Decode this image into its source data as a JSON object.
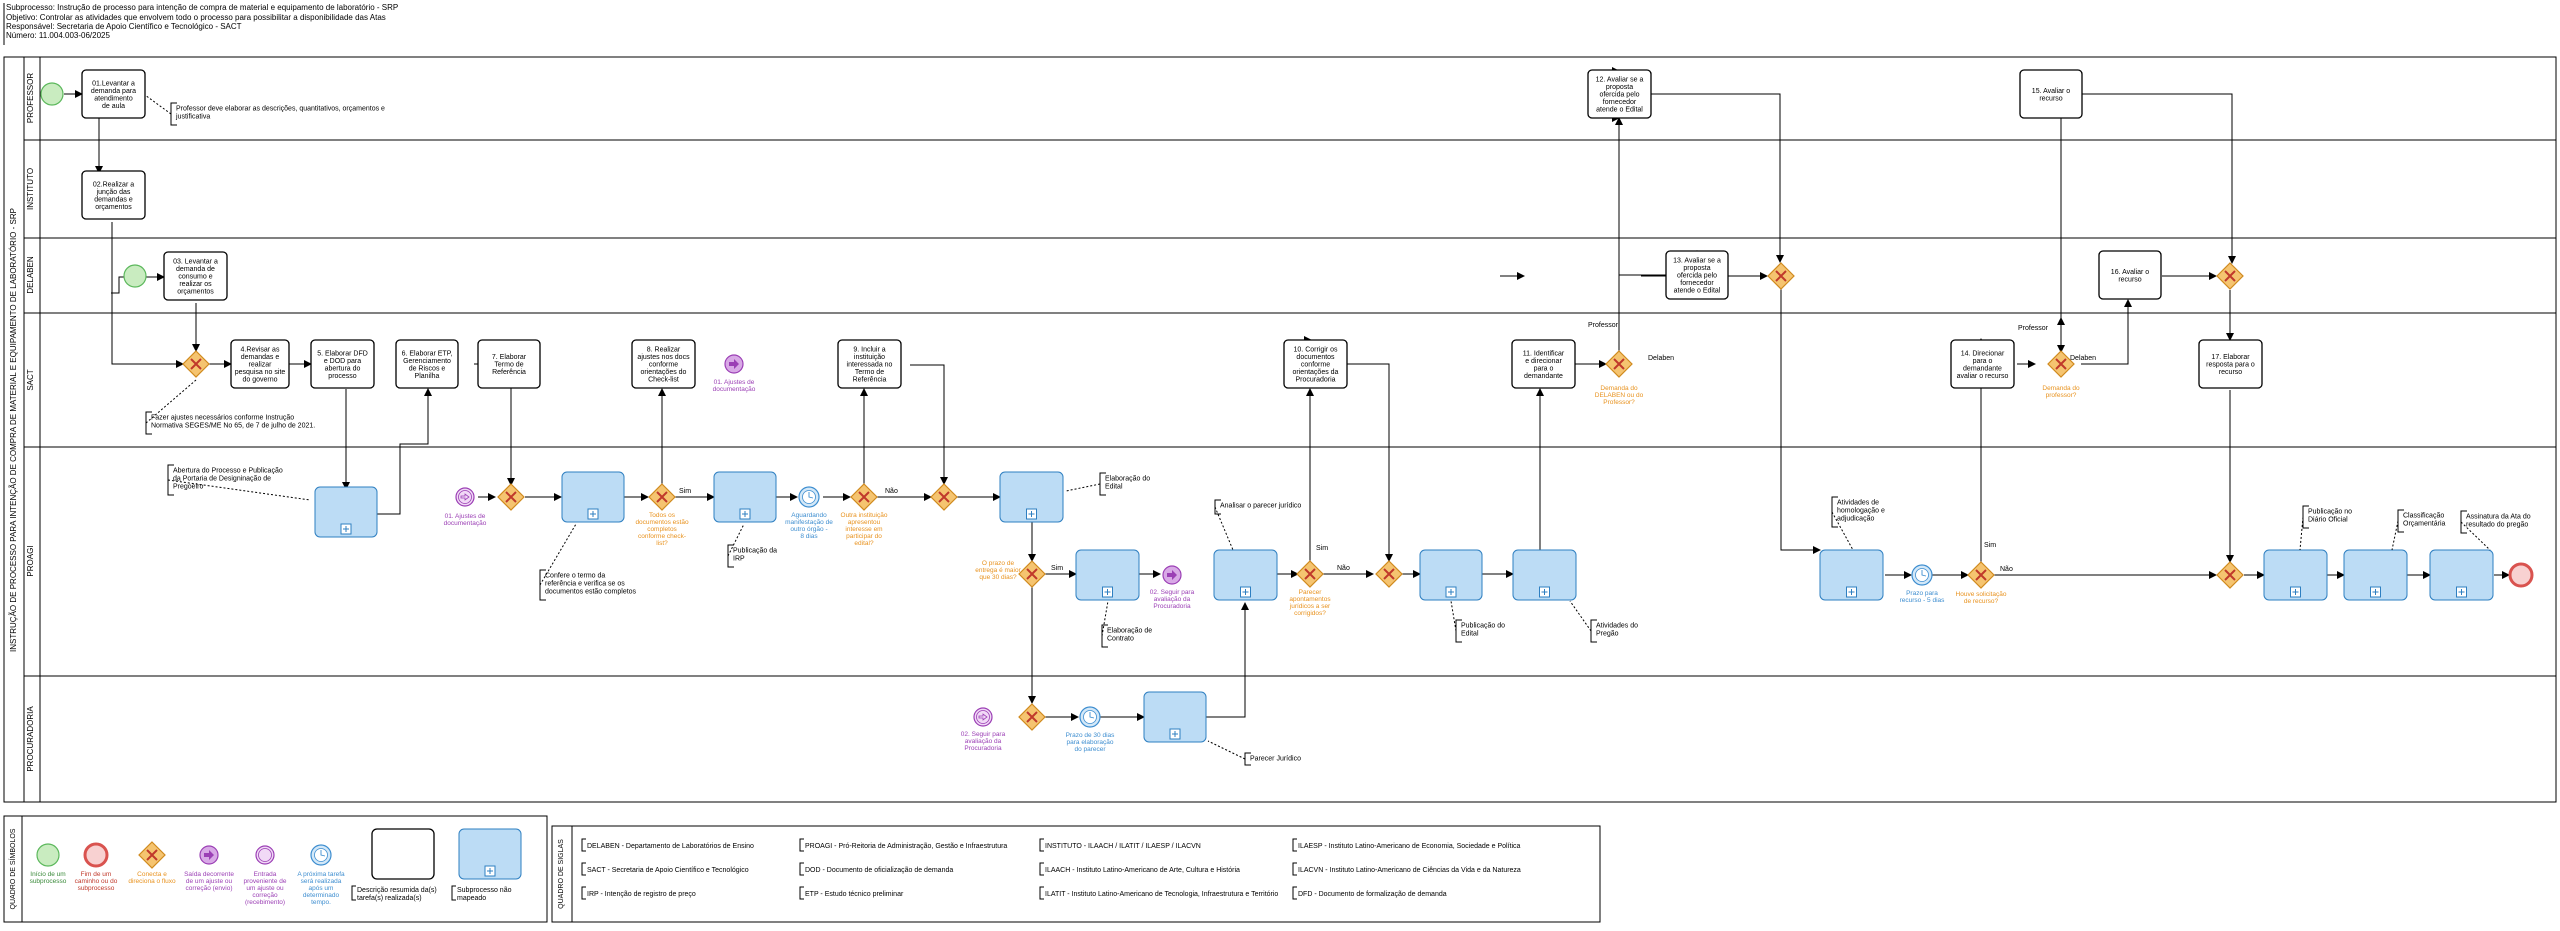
{
  "header": {
    "line1": "Subprocesso: Instrução de processo para intenção de compra de material e equipamento de laboratório - SRP",
    "line2": "Objetivo: Controlar as atividades que envolvem todo o processo para possibilitar a disponibilidade das Atas",
    "line3": "Responsável: Secretaria de Apoio Científico e Tecnológico - SACT",
    "line4": "Número: 11.004.003-06/2025"
  },
  "pool": {
    "label": "INSTRUÇÃO DE PROCESSO PARA INTENÇÃO DE COMPRA DE MATERIAL E EQUIPAMENTO DE LABORATÓRIO - SRP",
    "lanes": [
      "PROFESSOR",
      "INSTITUTO",
      "DELABEN",
      "SACT",
      "PROAGI",
      "PROCURADORIA"
    ]
  },
  "tasks": {
    "t01": [
      "01.Levantar a",
      "demanda para",
      "atendimento",
      "de aula"
    ],
    "t02": [
      "02.Realizar a",
      "junção das",
      "demandas e",
      "orçamentos"
    ],
    "t03": [
      "03. Levantar a",
      "demanda de",
      "consumo e",
      "realizar os",
      "orçamentos"
    ],
    "t04": [
      "4.Revisar as",
      "demandas e",
      "realizar",
      "pesquisa no site",
      "do governo"
    ],
    "t05": [
      "5. Elaborar DFD",
      "e DOD para",
      "abertura do",
      "processo"
    ],
    "t06": [
      "6. Elaborar ETP,",
      "Gerenciamento",
      "de Riscos e",
      "Planilha"
    ],
    "t07": [
      "7. Elaborar",
      "Termo de",
      "Referência"
    ],
    "t08": [
      "8. Realizar",
      "ajustes nos docs",
      "conforme",
      "orientações do",
      "Check-list"
    ],
    "t09": [
      "9. Incluir a",
      "instituição",
      "interessada no",
      "Termo de",
      "Referência"
    ],
    "t10": [
      "10. Corrigir os",
      "documentos",
      "conforme",
      "orientações da",
      "Procuradoria"
    ],
    "t11": [
      "11. Identificar",
      "e direcionar",
      "para o",
      "demandante"
    ],
    "t12": [
      "12. Avaliar se a",
      "proposta",
      "ofercida pelo",
      "fornecedor",
      "atende o Edital"
    ],
    "t13": [
      "13. Avaliar se a",
      "proposta",
      "ofercida pelo",
      "fornecedor",
      "atende o Edital"
    ],
    "t14": [
      "14. Direcionar",
      "para o",
      "demandante",
      "avaliar o recurso"
    ],
    "t15": [
      "15. Avaliar o",
      "recurso"
    ],
    "t16": [
      "16. Avaliar o",
      "recurso"
    ],
    "t17": [
      "17. Elaborar",
      "resposta para o",
      "recurso"
    ]
  },
  "gateway_labels": {
    "g_docs": [
      "Todos os",
      "documentos estão",
      "completos",
      "conforme check-",
      "list?"
    ],
    "g_inst": [
      "Outra instituição",
      "apresentou",
      "interesse em",
      "participar do",
      "edital?"
    ],
    "g_prazo": [
      "O prazo de",
      "entrega é maior",
      "que 30 dias?"
    ],
    "g_parecer": [
      "Parecer",
      "apontamentos",
      "jurídicos a ser",
      "corrigidos?"
    ],
    "g_demandante1": [
      "Demanda do",
      "DELABEN ou do",
      "Professor?"
    ],
    "g_demandante2": [
      "Demanda do",
      "professor?"
    ],
    "g_recurso": [
      "Houve solicitação",
      "de recurso?"
    ]
  },
  "flow_labels": {
    "nao": "Não",
    "sim": "Sim",
    "professor": "Professor",
    "delaben": "Delaben"
  },
  "events": {
    "e01_ajustes": [
      "01. Ajustes de",
      "documentação"
    ],
    "e02_seguir": [
      "02. Seguir para",
      "avaliação da",
      "Procuradoria"
    ],
    "timer_manif": [
      "Aguardando",
      "manifestação de",
      "outro órgão -",
      "8 dias"
    ],
    "timer_recurso": [
      "Prazo para",
      "recurso - 5 dias"
    ],
    "timer_parecer": [
      "Prazo de 30 dias",
      "para elaboração",
      "do parecer"
    ]
  },
  "annotations": {
    "a_prof": [
      "Professor deve elaborar as descrições, quantitativos, orçamentos e",
      "justificativa"
    ],
    "a_ajustes": [
      "Fazer ajustes necessários conforme Instrução",
      "Normativa SEGES/ME No 65, de 7 de julho de 2021."
    ],
    "a_abertura": [
      "Abertura do Processo e Publicação",
      "da Portaria de Designinação de",
      "Pregoeiro"
    ],
    "a_confere": [
      "Confere o termo da",
      "referência e verifica se os",
      "documentos estão completos"
    ],
    "a_pub_irp": [
      "Publicação da",
      "IRP"
    ],
    "a_elab_edital": [
      "Elaboração do",
      "Edital"
    ],
    "a_elab_contrato": [
      "Elaboração de",
      "Contrato"
    ],
    "a_analisar": [
      "Analisar o parecer jurídico"
    ],
    "a_pub_edital": [
      "Publicação do",
      "Edital"
    ],
    "a_ativ_pregao": [
      "Atividades do",
      "Pregão"
    ],
    "a_homolog": [
      "Atividades de",
      "homologação e",
      "adjudicação"
    ],
    "a_pub_dou": [
      "Publicação no",
      "Diário Oficial"
    ],
    "a_classif": [
      "Classificação",
      "Orçamentária"
    ],
    "a_assinatura": [
      "Assinatura da Ata do",
      "resultado do pregão"
    ],
    "a_parecer": [
      "Parecer Jurídico"
    ]
  },
  "legend": {
    "title": "QUADRO DE SÍMBOLOS",
    "items": [
      [
        "Início de um",
        "subprocesso"
      ],
      [
        "Fim de um",
        "caminho ou do",
        "subprocesso"
      ],
      [
        "Conecta e",
        "direciona o fluxo"
      ],
      [
        "Saída decorrente",
        "de um ajuste ou",
        "correção (envio)"
      ],
      [
        "Entrada",
        "proveniente de",
        "um ajuste ou",
        "correção",
        "(recebimento)"
      ],
      [
        "A próxima tarefa",
        "será realizada",
        "após um",
        "determinado",
        "tempo."
      ],
      [
        "Descrição resumida da(s)",
        "tarefa(s) realizada(s)"
      ],
      [
        "Subprocesso não",
        "mapeado"
      ]
    ],
    "colors": {
      "start": "#5cb85c",
      "end": "#d9534f",
      "gateway": "#e8a33d",
      "message": "#9b3fb5",
      "timer": "#3e8ed0",
      "subprocess": "#bcdcf5"
    }
  },
  "acronyms": {
    "title": "QUADRO DE SIGLAS",
    "col1": [
      "DELABEN - Departamento de Laboratórios de Ensino",
      "SACT - Secretaria de Apoio Científico e Tecnológico",
      "IRP - Intenção de registro de preço"
    ],
    "col2": [
      "PROAGI - Pró-Reitoria de Administração, Gestão e Infraestrutura",
      "DOD - Documento de oficialização de demanda",
      "ETP - Estudo técnico preliminar"
    ],
    "col3": [
      "INSTITUTO - ILAACH / ILATIT / ILAESP / ILACVN",
      "ILAACH - Instituto Latino-Americano de Arte, Cultura e História",
      "ILATIT - Instituto Latino-Americano de Tecnologia, Infraestrutura e Território"
    ],
    "col4": [
      "ILAESP - Instituto Latino-Americano de Economia, Sociedade e Política",
      "ILACVN - Instituto Latino-Americano de Ciências da Vida e da Natureza",
      "DFD - Documento de formalização de demanda"
    ]
  }
}
